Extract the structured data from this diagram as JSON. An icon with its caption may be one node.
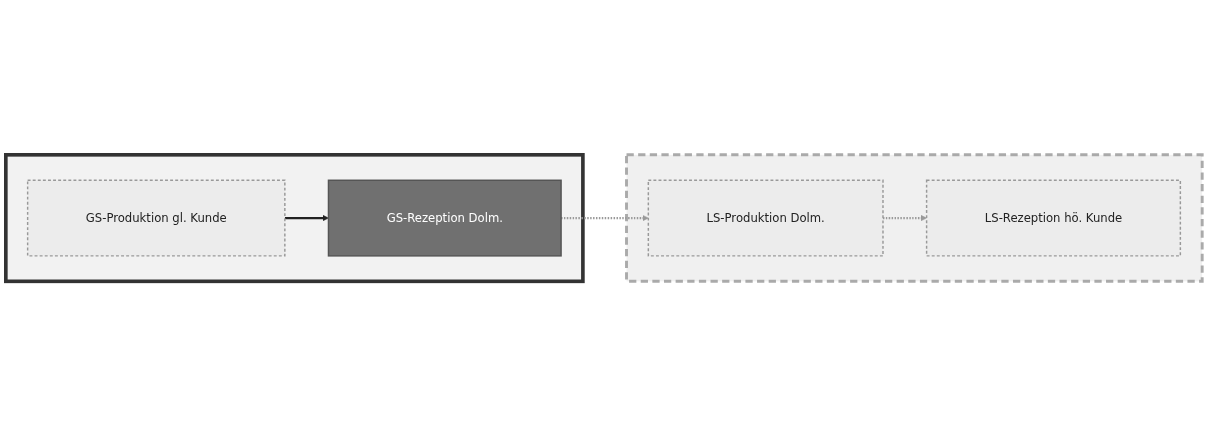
{
  "diagram": {
    "nodes": [
      {
        "text": [],
        "shape": "box"
      },
      {
        "text": [
          "GS-Produktion gl. Kunde"
        ],
        "in": 0
      },
      {
        "text": [
          "GS-Rezeption Dolm."
        ],
        "in": 0
      },
      {
        "text": [],
        "shape": "box"
      },
      {
        "text": [
          "LS-Produktion Dolm."
        ],
        "in": 3
      },
      {
        "text": [
          "LS-Rezeption hö. Kunde"
        ],
        "in": 3
      }
    ],
    "edges": [
      {
        "from": 1,
        "to": 2,
        "arrow": "to",
        "color": "#222222"
      },
      {
        "from": 2,
        "to": 4,
        "arrow": "to",
        "style": "dashed"
      },
      {
        "from": 4,
        "to": 5,
        "arrow": "to",
        "style": "dashed"
      }
    ]
  }
}
